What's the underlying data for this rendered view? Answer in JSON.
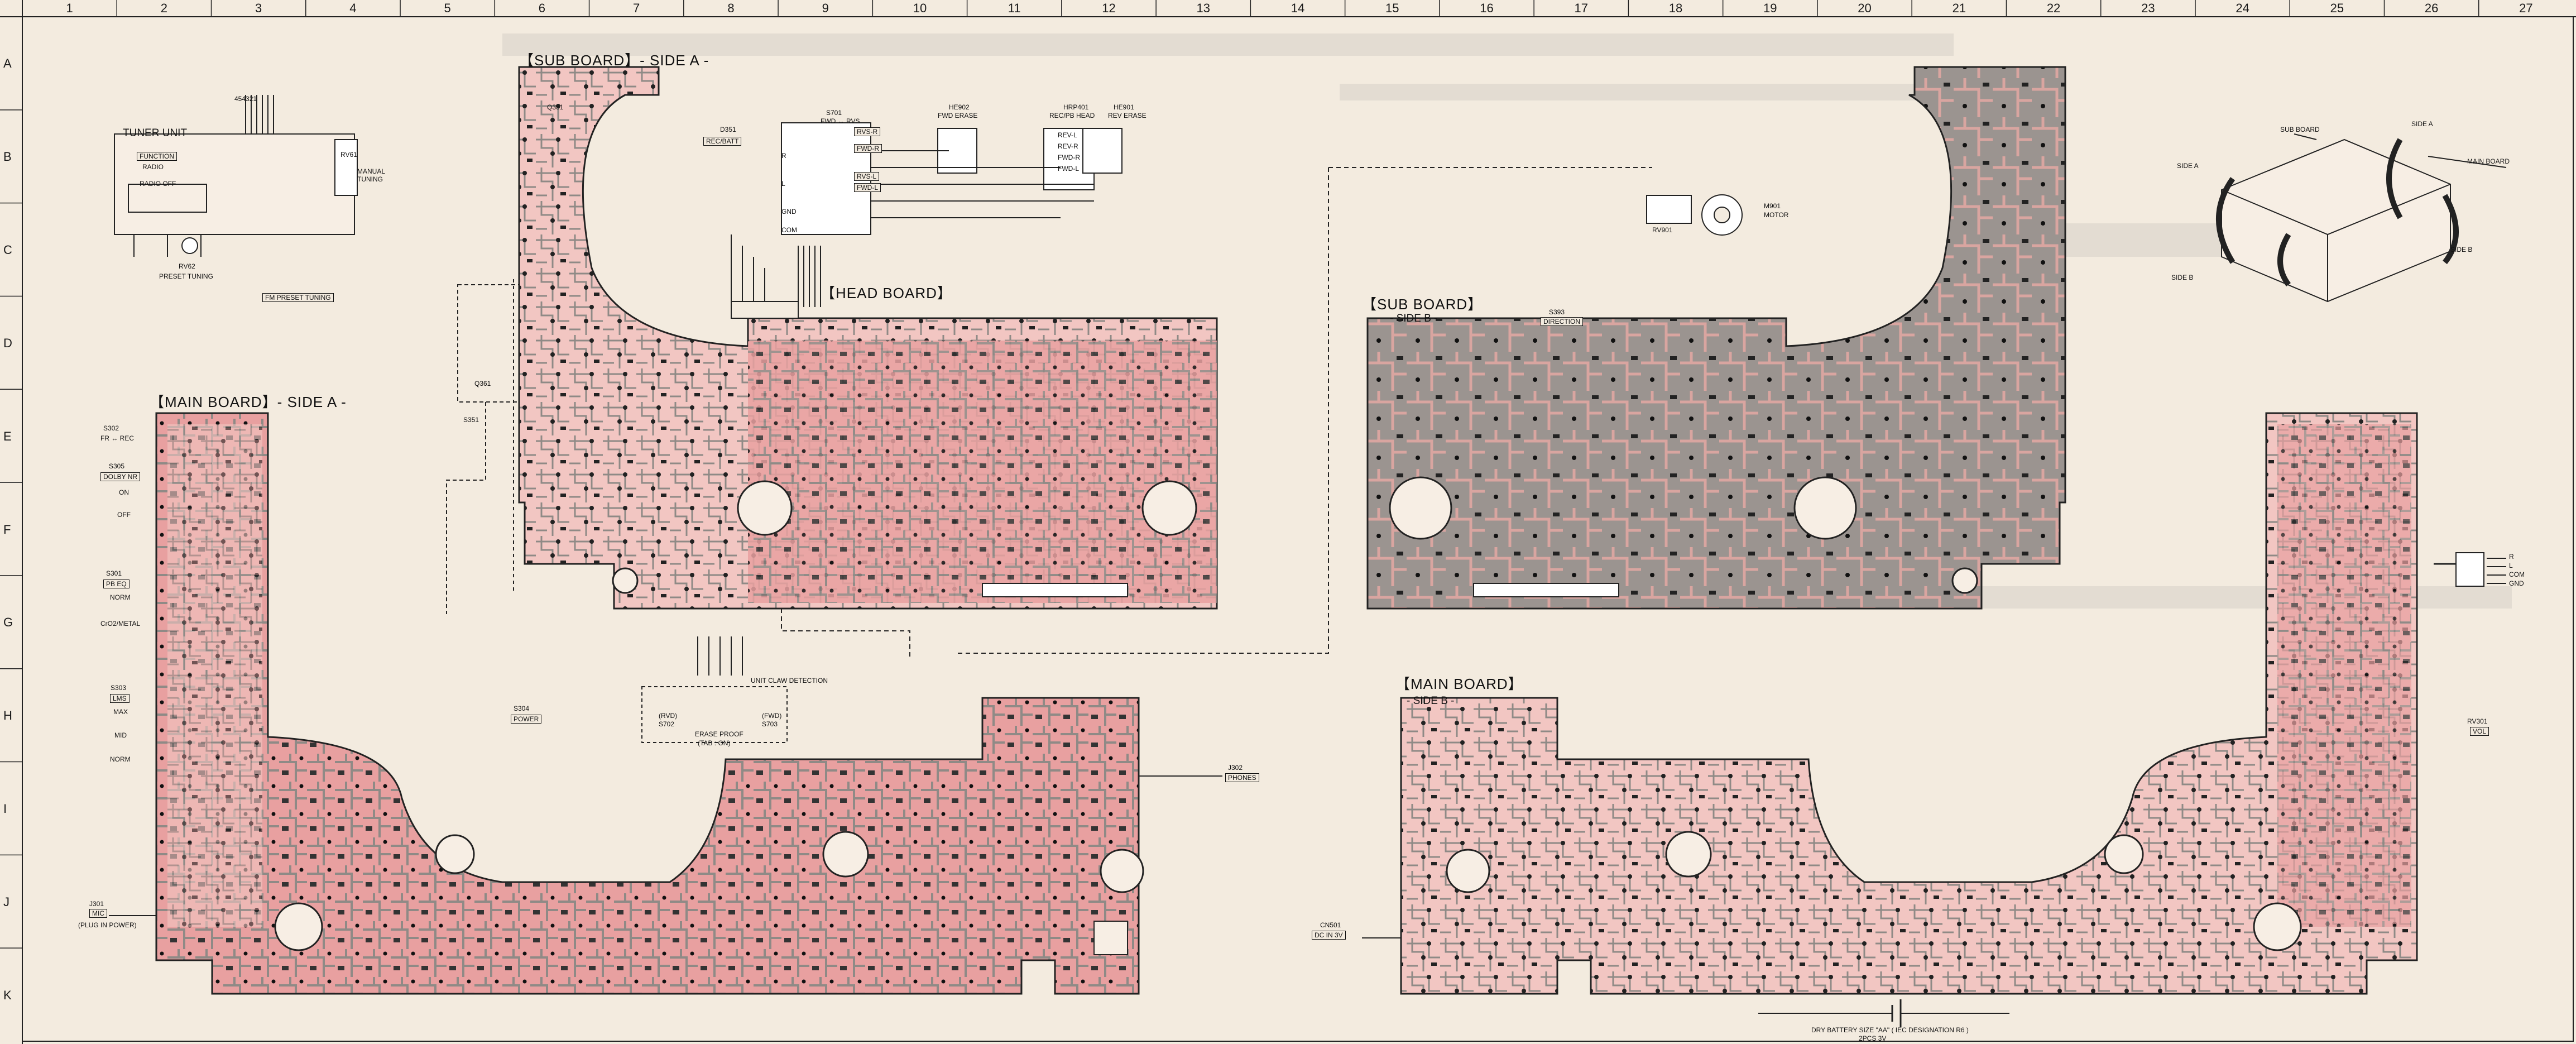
{
  "grid": {
    "columns": [
      "1",
      "2",
      "3",
      "4",
      "5",
      "6",
      "7",
      "8",
      "9",
      "10",
      "11",
      "12",
      "13",
      "14",
      "15",
      "16",
      "17",
      "18",
      "19",
      "20",
      "21",
      "22",
      "23",
      "24",
      "25",
      "26",
      "27"
    ],
    "rows": [
      "A",
      "B",
      "C",
      "D",
      "E",
      "F",
      "G",
      "H",
      "I",
      "J",
      "K"
    ]
  },
  "boards": {
    "sub_a": "【SUB BOARD】- SIDE A -",
    "head": "【HEAD BOARD】",
    "main_a": "【MAIN BOARD】- SIDE A -",
    "sub_b": "【SUB BOARD】",
    "sub_b_side": "- SIDE B -",
    "main_b": "【MAIN BOARD】",
    "main_b_side": "- SIDE B -"
  },
  "tuner": {
    "title": "TUNER UNIT",
    "function": "FUNCTION",
    "radio": "RADIO",
    "radio_off": "RADIO OFF",
    "fm_preset": "FM PRESET TUNING",
    "rv62": "RV62",
    "preset_tuning": "PRESET TUNING",
    "rv61": "RV61",
    "manual_tuning": "MANUAL TUNING",
    "connector": "454321"
  },
  "labels": {
    "d351": "D351",
    "rec_batt": "REC/BATT",
    "s701": "S701",
    "fwd_rvs": "FWD ↔ RVS",
    "he902": "HE902",
    "fwd_erase": "FWD ERASE",
    "hrp401": "HRP401",
    "rec_pb_head": "REC/PB HEAD",
    "he901": "HE901",
    "rev_erase": "REV ERASE",
    "pins_left": [
      "R",
      "L",
      "GND",
      "COM"
    ],
    "pins_right": [
      "RVS-R",
      "FWD-R",
      "RVS-L",
      "FWD-L"
    ],
    "hrp_pins": [
      "REV-L",
      "REV-R",
      "FWD-R",
      "FWD-L"
    ],
    "q351": "Q351",
    "q361": "Q361",
    "s351": "S351",
    "s302": "S302",
    "fr_rec": "FR ↔ REC",
    "s305": "S305",
    "dolby_nr": "DOLBY NR",
    "on": "ON",
    "off": "OFF",
    "s301": "S301",
    "pb_eq": "PB EQ",
    "norm": "NORM",
    "crom_metal": "CrO2/METAL",
    "s303": "S303",
    "lms": "LMS",
    "max": "MAX",
    "mid": "MID",
    "s304": "S304",
    "power": "POWER",
    "j301": "J301",
    "plug_in_power": "(PLUG IN POWER)",
    "mic": "MIC",
    "unit_claw": "UNIT CLAW DETECTION",
    "rvd1": "(RVD)",
    "s702": "S702",
    "fwd1": "(FWD)",
    "s703": "S703",
    "erase_proof": "ERASE PROOF",
    "tab_on": "(TAB : ON)",
    "j302": "J302",
    "phones": "PHONES",
    "cn501": "CN501",
    "dc_in": "DC IN 3V",
    "battery": "DRY BATTERY SIZE \"AA\" ( IEC DESIGNATION R6 )",
    "battery2": "2PCS 3V",
    "s393": "S393",
    "direction": "DIRECTION",
    "rv901": "RV901",
    "motor": "M901",
    "motor_label": "MOTOR",
    "rv301": "RV301",
    "vol": "VOL",
    "sub_board_diag": "SUB BOARD",
    "side_a1": "SIDE A",
    "side_a2": "SIDE A",
    "main_board_diag": "MAIN BOARD",
    "side_b1": "SIDE B",
    "side_b2": "SIDE B",
    "conn_pins": [
      "R",
      "L",
      "COM",
      "GND"
    ]
  },
  "colors": {
    "paper": "#f3ebdf",
    "pink": "#e8a0a0",
    "pink_light": "#f2c6c2",
    "gray": "#8f8a86",
    "line": "#1a1a1a"
  }
}
